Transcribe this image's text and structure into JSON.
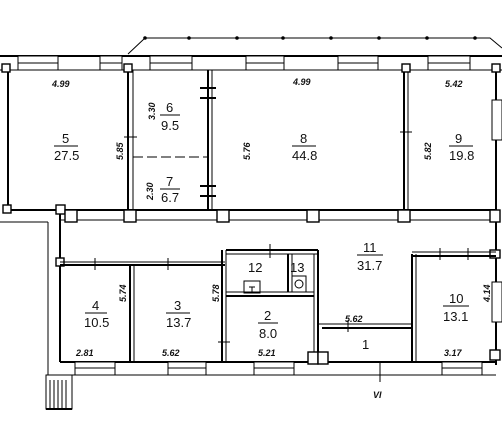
{
  "rooms": [
    {
      "id": "room-5",
      "number": "5",
      "area": "27.5"
    },
    {
      "id": "room-6",
      "number": "6",
      "area": "9.5"
    },
    {
      "id": "room-7",
      "number": "7",
      "area": "6.7"
    },
    {
      "id": "room-8",
      "number": "8",
      "area": "44.8"
    },
    {
      "id": "room-9",
      "number": "9",
      "area": "19.8"
    },
    {
      "id": "room-11",
      "number": "11",
      "area": "31.7"
    },
    {
      "id": "room-12",
      "number": "12",
      "area": ""
    },
    {
      "id": "room-13",
      "number": "13",
      "area": ""
    },
    {
      "id": "room-4",
      "number": "4",
      "area": "10.5"
    },
    {
      "id": "room-3",
      "number": "3",
      "area": "13.7"
    },
    {
      "id": "room-2",
      "number": "2",
      "area": "8.0"
    },
    {
      "id": "room-10",
      "number": "10",
      "area": "13.1"
    },
    {
      "id": "room-1",
      "number": "1",
      "area": ""
    }
  ],
  "dimensions": {
    "top_left": "4.99",
    "top_mid": "4.99",
    "top_right": "5.42",
    "room6_h": "3.30",
    "room7_h": "2.30",
    "room5_h": "5.85",
    "room8_h": "5.76",
    "room9_h": "5.82",
    "room4_h": "5.74",
    "room3_h": "5.78",
    "right_h": "4.14",
    "bottom_1": "2.81",
    "bottom_2": "5.62",
    "bottom_3": "5.21",
    "bottom_4": "3.17",
    "corridor": "5.62"
  },
  "section_label": "VI"
}
